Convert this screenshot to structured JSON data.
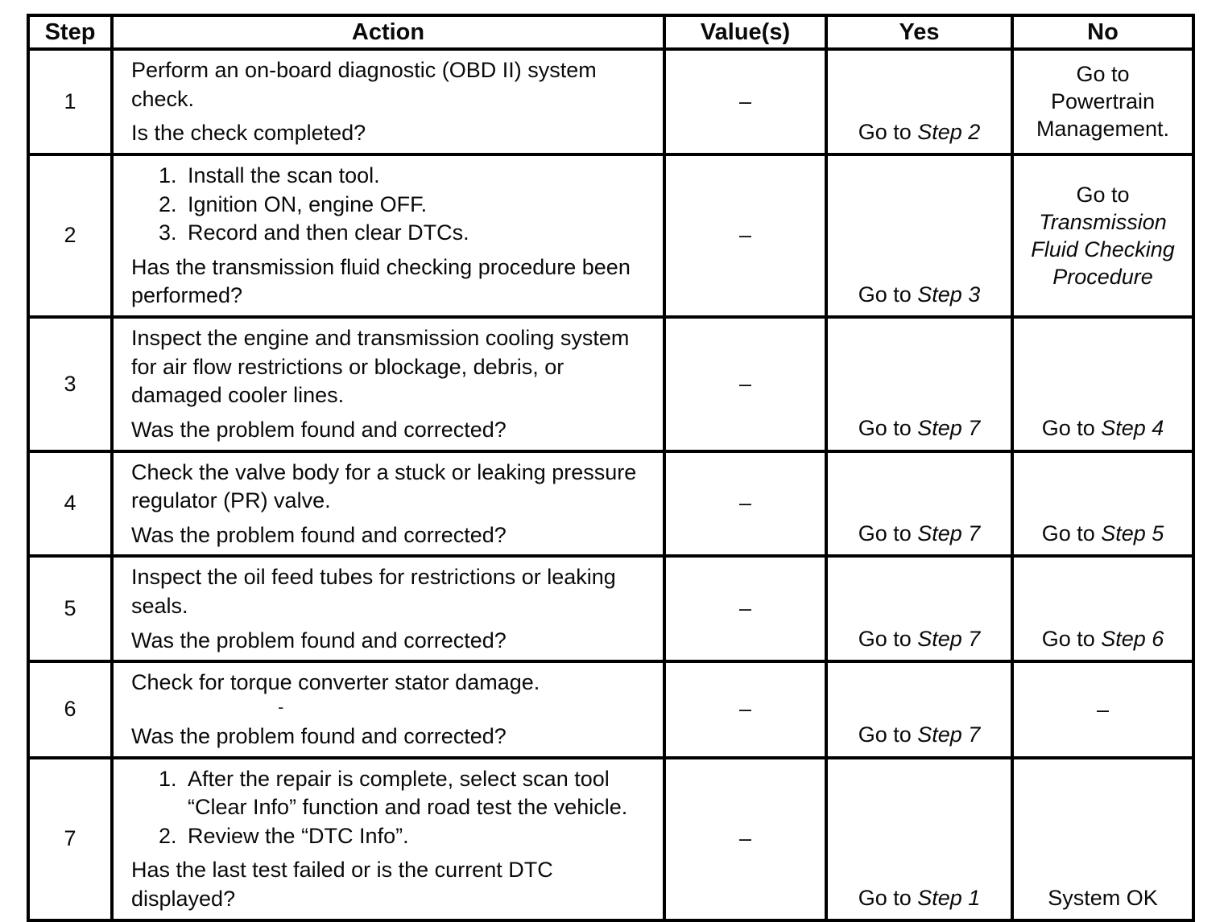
{
  "table": {
    "headers": [
      "Step",
      "Action",
      "Value(s)",
      "Yes",
      "No"
    ],
    "rows": [
      {
        "step": "1",
        "action": [
          {
            "type": "text",
            "text": "Perform an on-board diagnostic (OBD II) system check."
          },
          {
            "type": "question",
            "text": "Is the check completed?"
          }
        ],
        "value": "–",
        "yes": {
          "valign": "bottom",
          "lines": [
            [
              {
                "t": "Go to ",
                "i": false
              },
              {
                "t": "Step 2",
                "i": true
              }
            ]
          ]
        },
        "no": {
          "valign": "middle",
          "lines": [
            [
              {
                "t": "Go to",
                "i": false
              }
            ],
            [
              {
                "t": "Powertrain",
                "i": false
              }
            ],
            [
              {
                "t": "Management.",
                "i": false
              }
            ]
          ]
        }
      },
      {
        "step": "2",
        "action": [
          {
            "type": "numbered",
            "items": [
              "Install the scan tool.",
              "Ignition ON, engine OFF.",
              "Record and then clear DTCs."
            ]
          },
          {
            "type": "question",
            "text": "Has the transmission fluid checking procedure been performed?"
          }
        ],
        "value": "–",
        "yes": {
          "valign": "bottom",
          "lines": [
            [
              {
                "t": "Go to ",
                "i": false
              },
              {
                "t": "Step 3",
                "i": true
              }
            ]
          ]
        },
        "no": {
          "valign": "middle",
          "lines": [
            [
              {
                "t": "Go to",
                "i": false
              }
            ],
            [
              {
                "t": "Transmission",
                "i": true
              }
            ],
            [
              {
                "t": "Fluid Checking",
                "i": true
              }
            ],
            [
              {
                "t": "Procedure",
                "i": true
              }
            ]
          ]
        }
      },
      {
        "step": "3",
        "action": [
          {
            "type": "text",
            "text": "Inspect the engine and transmission cooling system for air flow restrictions or blockage, debris, or damaged cooler lines."
          },
          {
            "type": "question",
            "text": "Was the problem found and corrected?"
          }
        ],
        "value": "–",
        "yes": {
          "valign": "bottom",
          "lines": [
            [
              {
                "t": "Go to ",
                "i": false
              },
              {
                "t": "Step 7",
                "i": true
              }
            ]
          ]
        },
        "no": {
          "valign": "bottom",
          "lines": [
            [
              {
                "t": "Go to ",
                "i": false
              },
              {
                "t": "Step 4",
                "i": true
              }
            ]
          ]
        }
      },
      {
        "step": "4",
        "action": [
          {
            "type": "text",
            "text": "Check the valve body for a stuck or leaking pressure regulator (PR) valve."
          },
          {
            "type": "question",
            "text": "Was the problem found and corrected?"
          }
        ],
        "value": "–",
        "yes": {
          "valign": "bottom",
          "lines": [
            [
              {
                "t": "Go to ",
                "i": false
              },
              {
                "t": "Step 7",
                "i": true
              }
            ]
          ]
        },
        "no": {
          "valign": "bottom",
          "lines": [
            [
              {
                "t": "Go to ",
                "i": false
              },
              {
                "t": "Step 5",
                "i": true
              }
            ]
          ]
        }
      },
      {
        "step": "5",
        "action": [
          {
            "type": "text",
            "text": "Inspect the oil feed tubes for restrictions or leaking seals."
          },
          {
            "type": "question",
            "text": "Was the problem found and corrected?"
          }
        ],
        "value": "–",
        "yes": {
          "valign": "bottom",
          "lines": [
            [
              {
                "t": "Go to ",
                "i": false
              },
              {
                "t": "Step 7",
                "i": true
              }
            ]
          ]
        },
        "no": {
          "valign": "bottom",
          "lines": [
            [
              {
                "t": "Go to ",
                "i": false
              },
              {
                "t": "Step 6",
                "i": true
              }
            ]
          ]
        }
      },
      {
        "step": "6",
        "action": [
          {
            "type": "text",
            "text": "Check for torque converter stator damage."
          },
          {
            "type": "dash",
            "text": "-"
          },
          {
            "type": "question",
            "text": "Was the problem found and corrected?"
          }
        ],
        "value": "–",
        "yes": {
          "valign": "bottom",
          "lines": [
            [
              {
                "t": "Go to ",
                "i": false
              },
              {
                "t": "Step 7",
                "i": true
              }
            ]
          ]
        },
        "no": {
          "valign": "middle",
          "lines": [
            [
              {
                "t": "–",
                "i": false
              }
            ]
          ]
        }
      },
      {
        "step": "7",
        "action": [
          {
            "type": "numbered",
            "items": [
              "After the repair is complete, select scan tool “Clear Info” function and road test the vehicle.",
              "Review the “DTC Info”."
            ]
          },
          {
            "type": "question",
            "text": "Has the last test failed or is the current DTC displayed?"
          }
        ],
        "value": "–",
        "yes": {
          "valign": "bottom",
          "lines": [
            [
              {
                "t": "Go to ",
                "i": false
              },
              {
                "t": "Step 1",
                "i": true
              }
            ]
          ]
        },
        "no": {
          "valign": "bottom",
          "lines": [
            [
              {
                "t": "System OK",
                "i": false
              }
            ]
          ]
        }
      }
    ]
  }
}
